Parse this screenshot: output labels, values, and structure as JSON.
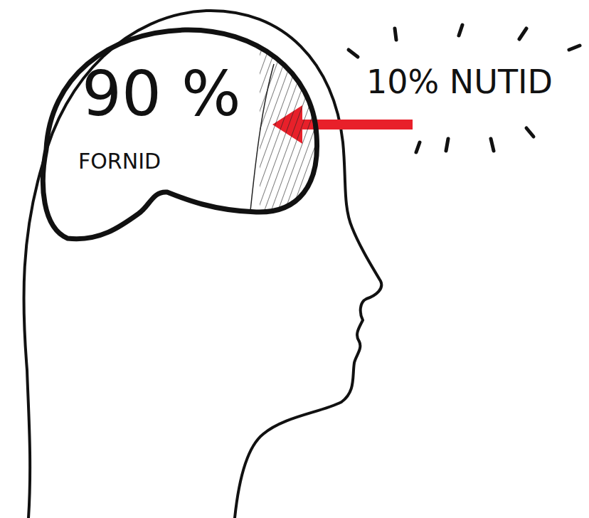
{
  "diagram": {
    "nodes": [
      {
        "text": [
          "90 %",
          "FORNID"
        ]
      }
    ],
    "labels": [
      "10% NUTID"
    ]
  }
}
